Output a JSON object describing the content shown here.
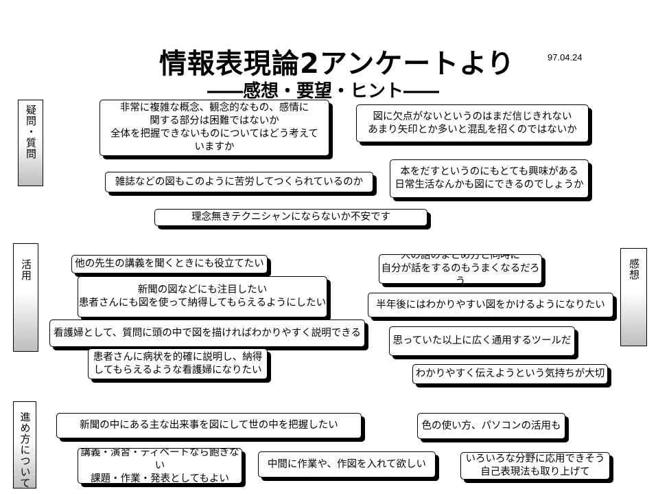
{
  "header": {
    "title": "情報表現論2アンケートより",
    "subtitle": "――感想・要望・ヒント――",
    "date": "97.04.24"
  },
  "categories": {
    "questions": "疑問・質問",
    "usage": "活用",
    "impressions": "感想",
    "method": "進め方について"
  },
  "notes": {
    "q1": "非常に複雑な概念、観念的なもの、感情に\n関する部分は困難ではないか\n全体を把握できないものについてはどう考えて\nいますか",
    "q2": "図に欠点がないというのはまだ信じきれない\nあまり矢印とか多いと混乱を招くのではないか",
    "q3": "雑誌などの図もこのように苦労してつくられているのか",
    "q4": "本をだすというのにもとても興味がある\n日常生活なんかも図にできるのでしょうか",
    "q5": "理念無きテクニシャンにならないか不安です",
    "u1": "他の先生の講義を聞くときにも役立てたい",
    "u2": "新聞の図などにも注目したい\n患者さんにも図を使って納得してもらえるようにしたい",
    "u3": "看護婦として、質問に頭の中で図を描ければわかりやすく説明できる",
    "u4": "患者さんに病状を的確に説明し、納得\nしてもらえるような看護婦になりたい",
    "i1": "人の話のまとめ方と同時に\n自分が話をするのもうまくなるだろう",
    "i2": "半年後にはわかりやすい図をかけるようになりたい",
    "i3": "思っていた以上に広く通用するツールだ",
    "i4": "わかりやすく伝えようという気持ちが大切",
    "m1": "新聞の中にある主な出来事を図にして世の中を把握したい",
    "m2": "色の使い方、パソコンの活用も",
    "m3": "講義・演習・ディベートなら飽きない\n課題・作業・発表としてもよい",
    "m4": "中間に作業や、作図を入れて欲しい",
    "m5": "いろいろな分野に応用できそう\n自己表現法も取り上げて"
  }
}
